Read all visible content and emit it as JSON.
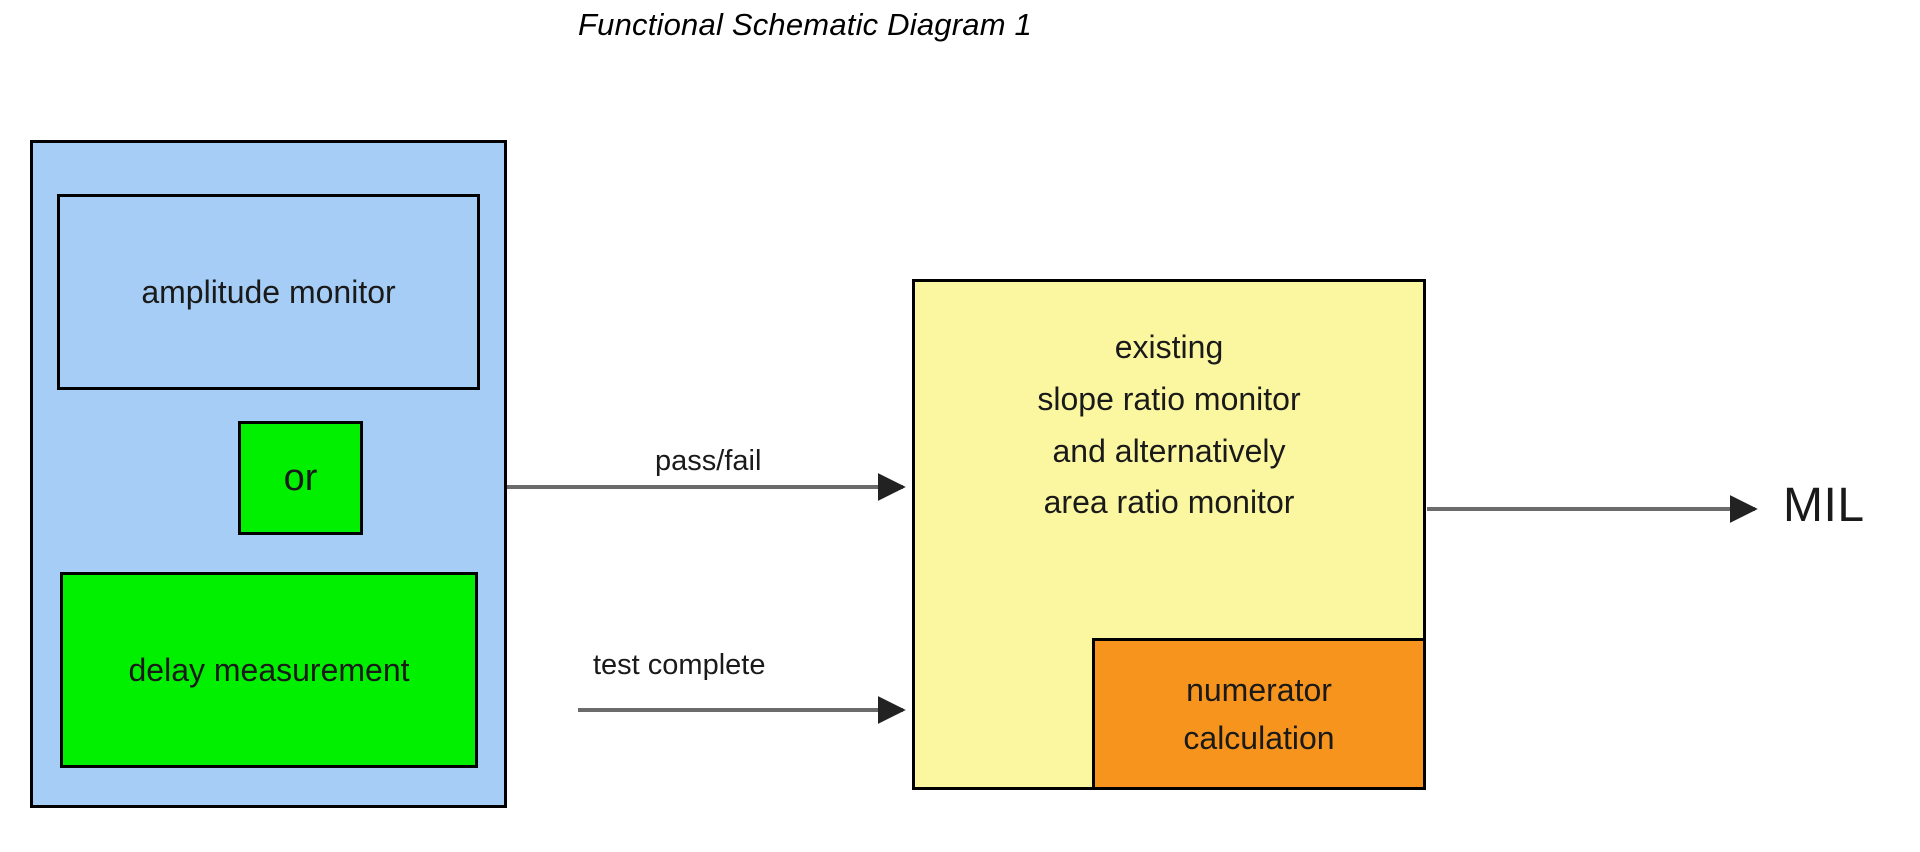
{
  "title": "Functional Schematic Diagram 1",
  "colors": {
    "blue_group": "#a5cdf5",
    "green_node": "#00f000",
    "yellow_node": "#fbf7a0",
    "orange_node": "#f7941d",
    "stroke": "#000000",
    "connector": "#666666",
    "background": "#ffffff"
  },
  "nodes": {
    "blue_group": {
      "label": ""
    },
    "amplitude_monitor": {
      "label": "amplitude monitor"
    },
    "or_gate": {
      "label": "or"
    },
    "delay_measurement": {
      "label": "delay measurement"
    },
    "existing_monitor": {
      "lines": [
        "existing",
        "slope ratio monitor",
        "and alternatively",
        "area ratio monitor"
      ]
    },
    "numerator_calculation": {
      "lines": [
        "numerator",
        "calculation"
      ]
    }
  },
  "edges": {
    "amplitude_to_or": {
      "label": ""
    },
    "delay_to_or": {
      "label": ""
    },
    "or_to_existing": {
      "label": "pass/fail"
    },
    "delay_to_existing": {
      "label": "test complete"
    },
    "existing_to_mil": {
      "label": ""
    }
  },
  "outputs": {
    "mil": {
      "label": "MIL"
    }
  }
}
